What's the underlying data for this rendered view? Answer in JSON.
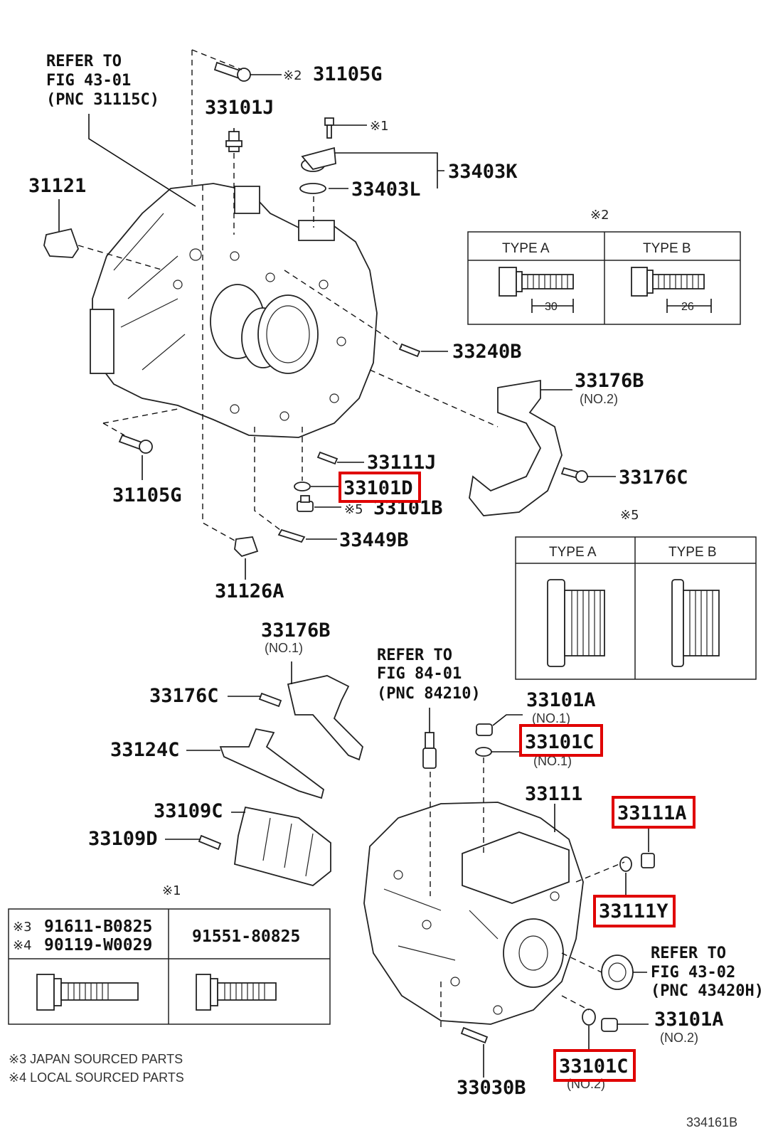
{
  "refer_top": {
    "line1": "REFER TO",
    "line2": "FIG 43-01",
    "line3": "(PNC 31115C)"
  },
  "refer_mid": {
    "line1": "REFER TO",
    "line2": "FIG 84-01",
    "line3": "(PNC 84210)"
  },
  "refer_right": {
    "line1": "REFER TO",
    "line2": "FIG 43-02",
    "line3": "(PNC 43420H)"
  },
  "labels": {
    "p31105G_top": "31105G",
    "p33101J": "33101J",
    "p33403K": "33403K",
    "p33403L": "33403L",
    "p31121": "31121",
    "p33240B": "33240B",
    "p33176B_no2": "33176B",
    "p33176B_no2_sub": "(NO.2)",
    "p33111J": "33111J",
    "p33176C_top": "33176C",
    "p33101D": "33101D",
    "p33101B": "33101B",
    "p31105G_left": "31105G",
    "p33449B": "33449B",
    "p31126A": "31126A",
    "p33176B_no1": "33176B",
    "p33176B_no1_sub": "(NO.1)",
    "p33176C_bottom": "33176C",
    "p33124C": "33124C",
    "p33109C": "33109C",
    "p33109D": "33109D",
    "p33101A_no1": "33101A",
    "p33101A_no1_sub": "(NO.1)",
    "p33101C_no1": "33101C",
    "p33101C_no1_sub": "(NO.1)",
    "p33111": "33111",
    "p33111A": "33111A",
    "p33111Y": "33111Y",
    "p33101A_no2": "33101A",
    "p33101A_no2_sub": "(NO.2)",
    "p33101C_no2": "33101C",
    "p33101C_no2_sub": "(NO.2)",
    "p33030B": "33030B"
  },
  "marks": {
    "m1": "※1",
    "m2": "※2",
    "m3": "※3",
    "m4": "※4",
    "m5": "※5"
  },
  "table_m2": {
    "type_a": "TYPE A",
    "type_b": "TYPE B",
    "dim_a": "30",
    "dim_b": "26"
  },
  "table_m5": {
    "type_a": "TYPE A",
    "type_b": "TYPE B"
  },
  "table_m1": {
    "part_a1": "91611-B0825",
    "part_a2": "90119-W0029",
    "part_b": "91551-80825"
  },
  "notes": {
    "n3": "※3 JAPAN SOURCED PARTS",
    "n4": "※4 LOCAL SOURCED PARTS"
  },
  "figure_id": "334161B",
  "highlight_color": "#e00000"
}
